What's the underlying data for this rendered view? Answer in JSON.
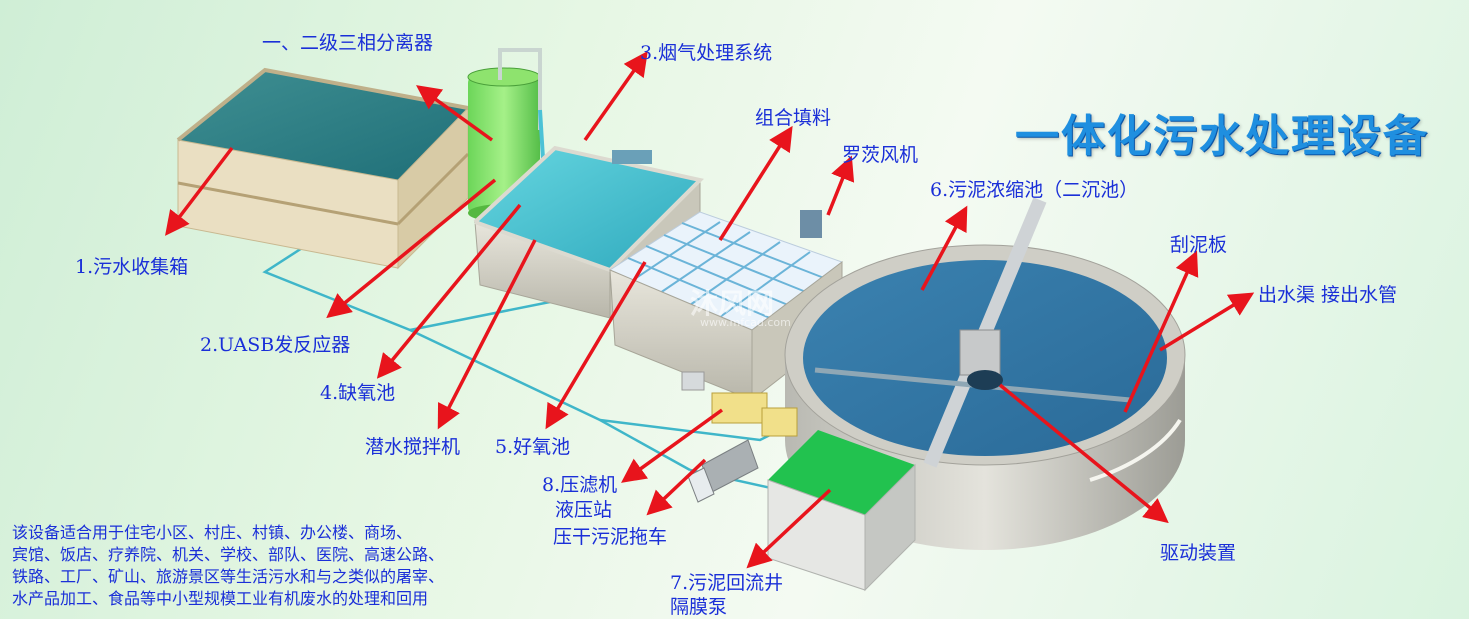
{
  "title": "一体化污水处理设备",
  "labels": {
    "separator": "一、二级三相分离器",
    "flue_gas": "3.烟气处理系统",
    "packing": "组合填料",
    "blower": "罗茨风机",
    "thickener": "6.污泥浓缩池（二沉池）",
    "scraper": "刮泥板",
    "outlet": "出水渠 接出水管",
    "collection_tank": "1.污水收集箱",
    "uasb": "2.UASB发反应器",
    "anoxic": "4.缺氧池",
    "mixer": "潜水搅拌机",
    "aerobic": "5.好氧池",
    "filter_press": "8.压滤机",
    "hydraulic": "液压站",
    "truck": "压干污泥拖车",
    "return_well": "7.污泥回流井",
    "diaphragm_pump": "隔膜泵",
    "drive": "驱动装置"
  },
  "description": [
    "该设备适合用于住宅小区、村庄、村镇、办公楼、商场、",
    "宾馆、饭店、疗养院、机关、学校、部队、医院、高速公路、",
    "铁路、工厂、矿山、旅游景区等生活污水和与之类似的屠宰、",
    "水产品加工、食品等中小型规模工业有机废水的处理和回用"
  ],
  "watermark": "沐风网",
  "watermark_sub": "www.mfcad.com",
  "colors": {
    "label": "#1a2fd8",
    "title": "#1f8fe0",
    "arrow": "#e8141c",
    "pipe": "#3fb6c9",
    "water": "#2aa3b8",
    "tank_wall": "#d9d6c8"
  }
}
